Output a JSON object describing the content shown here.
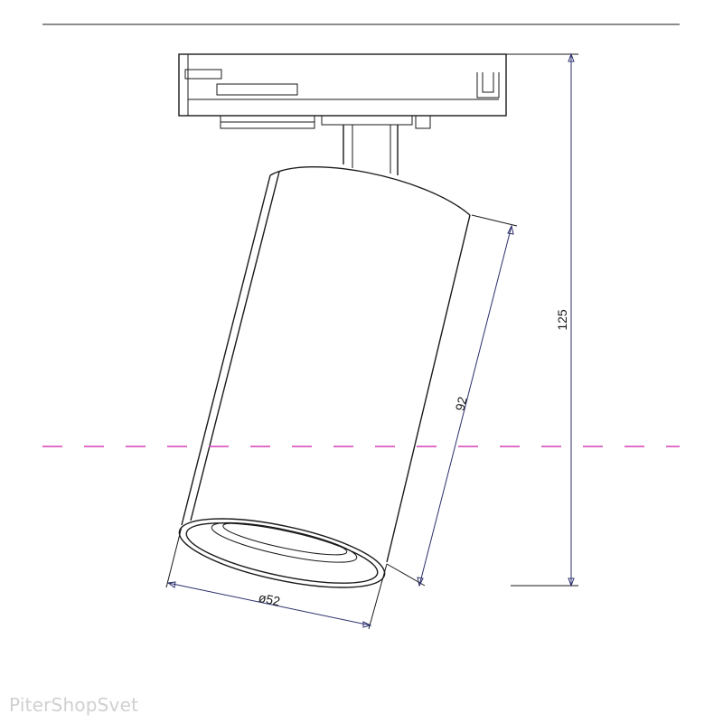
{
  "dimensions": {
    "height_total": "125",
    "body_length": "92",
    "diameter": "ø52"
  },
  "watermark": "PiterShopSvet",
  "colors": {
    "line": "#1a1a1a",
    "dimension": "#2b2f6b",
    "axis_dashed": "#d43fb4",
    "watermark": "#d0d0d0"
  }
}
